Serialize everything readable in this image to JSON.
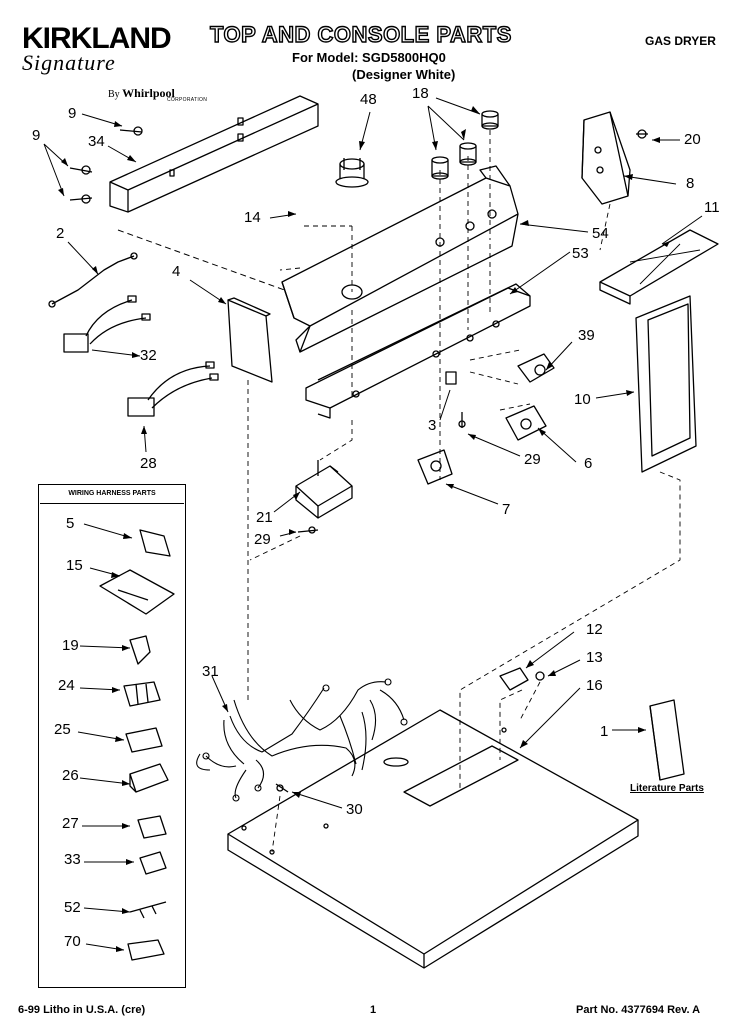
{
  "header": {
    "brand": "KIRKLAND",
    "brand_script": "Signature",
    "brand_by": "By",
    "brand_maker": "Whirlpool",
    "brand_corp": "CORPORATION",
    "title": "TOP AND CONSOLE PARTS",
    "model_line": "For Model: SGD5800HQ0",
    "model_variant": "(Designer White)",
    "product_type": "GAS DRYER"
  },
  "harness_box": {
    "title": "WIRING HARNESS PARTS"
  },
  "literature_label": "Literature Parts",
  "callouts": {
    "c9a": "9",
    "c9b": "9",
    "c34": "34",
    "c2": "2",
    "c4": "4",
    "c32": "32",
    "c28": "28",
    "c48": "48",
    "c18": "18",
    "c14": "14",
    "c20": "20",
    "c8": "8",
    "c54": "54",
    "c11": "11",
    "c53": "53",
    "c39": "39",
    "c10": "10",
    "c3": "3",
    "c29a": "29",
    "c6": "6",
    "c7": "7",
    "c21": "21",
    "c29b": "29",
    "c12": "12",
    "c13": "13",
    "c16": "16",
    "c1": "1",
    "c31": "31",
    "c30": "30",
    "h5": "5",
    "h15": "15",
    "h19": "19",
    "h24": "24",
    "h25": "25",
    "h26": "26",
    "h27": "27",
    "h33": "33",
    "h52": "52",
    "h70": "70"
  },
  "footer": {
    "left": "6-99 Litho in U.S.A. (cre)",
    "page": "1",
    "right": "Part No. 4377694 Rev. A"
  }
}
